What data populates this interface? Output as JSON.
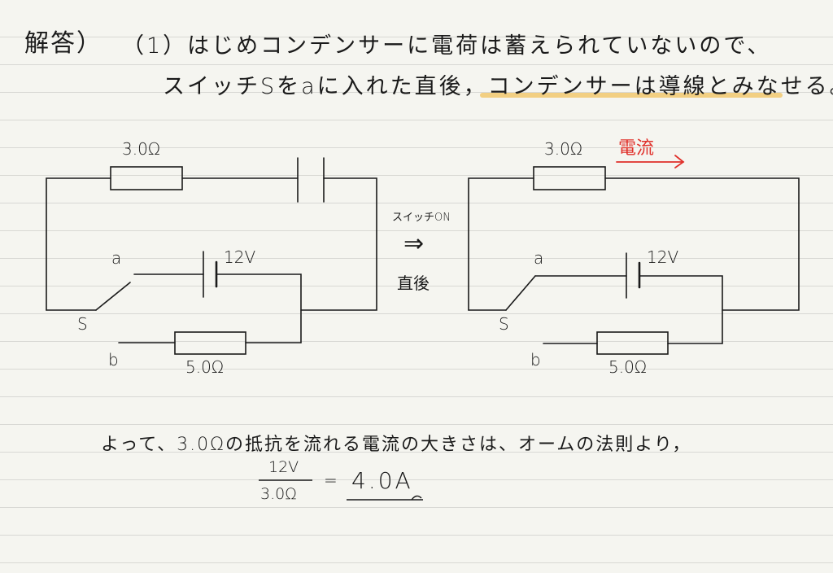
{
  "header": {
    "answer_label": "解答）",
    "line1": "（1）はじめコンデンサーに電荷は蓄えられていないので、",
    "line2": "スイッチSをaに入れた直後，コンデンサーは導線とみなせる。"
  },
  "left_circuit": {
    "resistor_top_label": "3.0Ω",
    "battery_label": "12V",
    "terminal_a": "a",
    "switch_label": "S",
    "terminal_b": "b",
    "resistor_bottom_label": "5.0Ω"
  },
  "transition": {
    "top_label": "スイッチON",
    "arrow": "⇒",
    "bottom_label": "直後"
  },
  "right_circuit": {
    "resistor_top_label": "3.0Ω",
    "current_label": "電流",
    "battery_label": "12V",
    "terminal_a": "a",
    "switch_label": "S",
    "terminal_b": "b",
    "resistor_bottom_label": "5.0Ω"
  },
  "conclusion": {
    "text": "よって、3.0Ωの抵抗を流れる電流の大きさは、オームの法則より，",
    "numerator": "12V",
    "denominator": "3.0Ω",
    "equals": "=",
    "result": "4.0A"
  },
  "colors": {
    "highlight": "#f2cf82",
    "current": "#e0302a",
    "ink": "#1a1a1a"
  }
}
